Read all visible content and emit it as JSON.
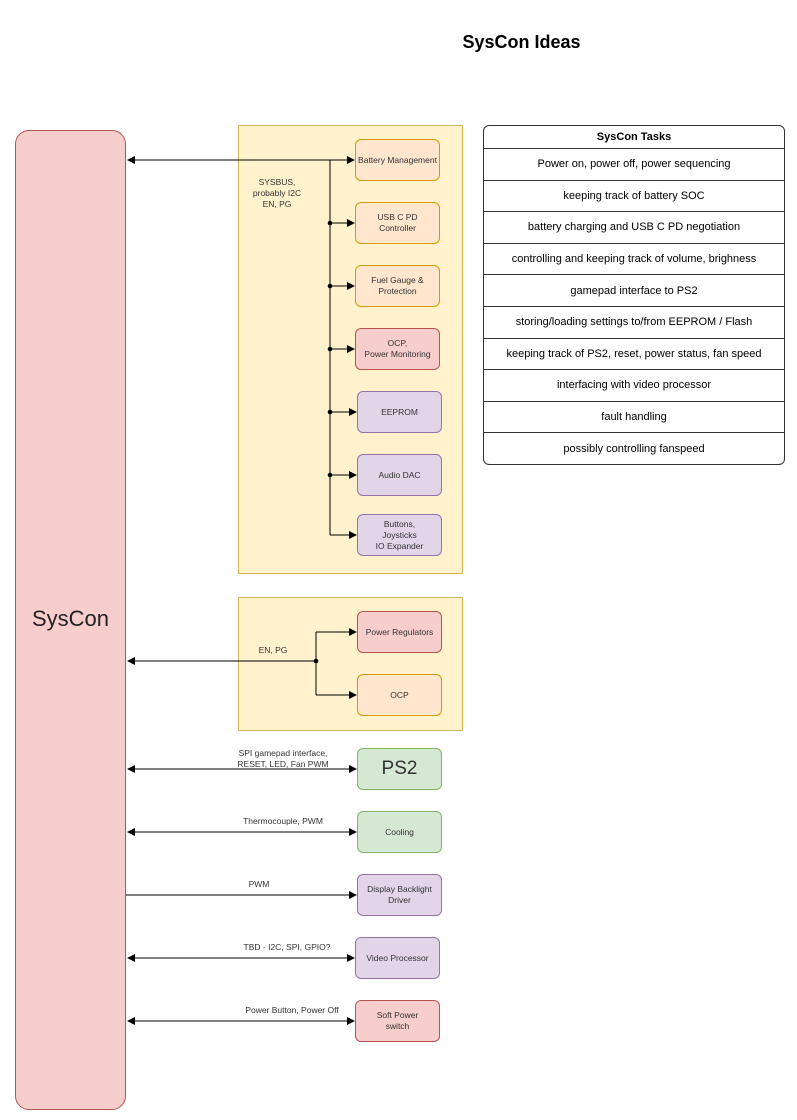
{
  "title": "SysCon Ideas",
  "syscon_label": "SysCon",
  "sysbus": {
    "label": "SYSBUS,\nprobably I2C\nEN, PG",
    "blocks": [
      {
        "label": "Battery Management",
        "color": "#ffe6cc"
      },
      {
        "label": "USB C PD\nController",
        "color": "#ffe6cc"
      },
      {
        "label": "Fuel Gauge &\nProtection",
        "color": "#ffe6cc"
      },
      {
        "label": "OCP,\nPower Monitoring",
        "color": "#f8cecc"
      },
      {
        "label": "EEPROM",
        "color": "#e1d5e7"
      },
      {
        "label": "Audio DAC",
        "color": "#e1d5e7"
      },
      {
        "label": "Buttons,\nJoysticks\nIO Expander",
        "color": "#e1d5e7"
      }
    ]
  },
  "power": {
    "label": "EN, PG",
    "blocks": [
      {
        "label": "Power Regulators",
        "color": "#f8cecc"
      },
      {
        "label": "OCP",
        "color": "#ffe6cc"
      }
    ]
  },
  "links": [
    {
      "label": "SPI gamepad interface,\nRESET, LED, Fan PWM",
      "target": "PS2",
      "color": "#d5e8d4"
    },
    {
      "label": "Thermocouple, PWM",
      "target": "Cooling",
      "color": "#d5e8d4"
    },
    {
      "label": "PWM",
      "target": "Display Backlight\nDriver",
      "color": "#e1d5e7"
    },
    {
      "label": "TBD - I2C, SPI, GPIO?",
      "target": "Video Processor",
      "color": "#e1d5e7"
    },
    {
      "label": "Power Button, Power Off",
      "target": "Soft Power\nswitch",
      "color": "#f8cecc"
    }
  ],
  "tasks": {
    "header": "SysCon Tasks",
    "items": [
      "Power on, power off, power sequencing",
      "keeping track of battery SOC",
      "battery charging and USB C PD negotiation",
      "controlling and keeping track of volume, brighness",
      "gamepad interface to PS2",
      "storing/loading settings to/from EEPROM / Flash",
      "keeping track of PS2, reset, power status, fan speed",
      "interfacing with video processor",
      "fault handling",
      "possibly controlling fanspeed"
    ]
  }
}
